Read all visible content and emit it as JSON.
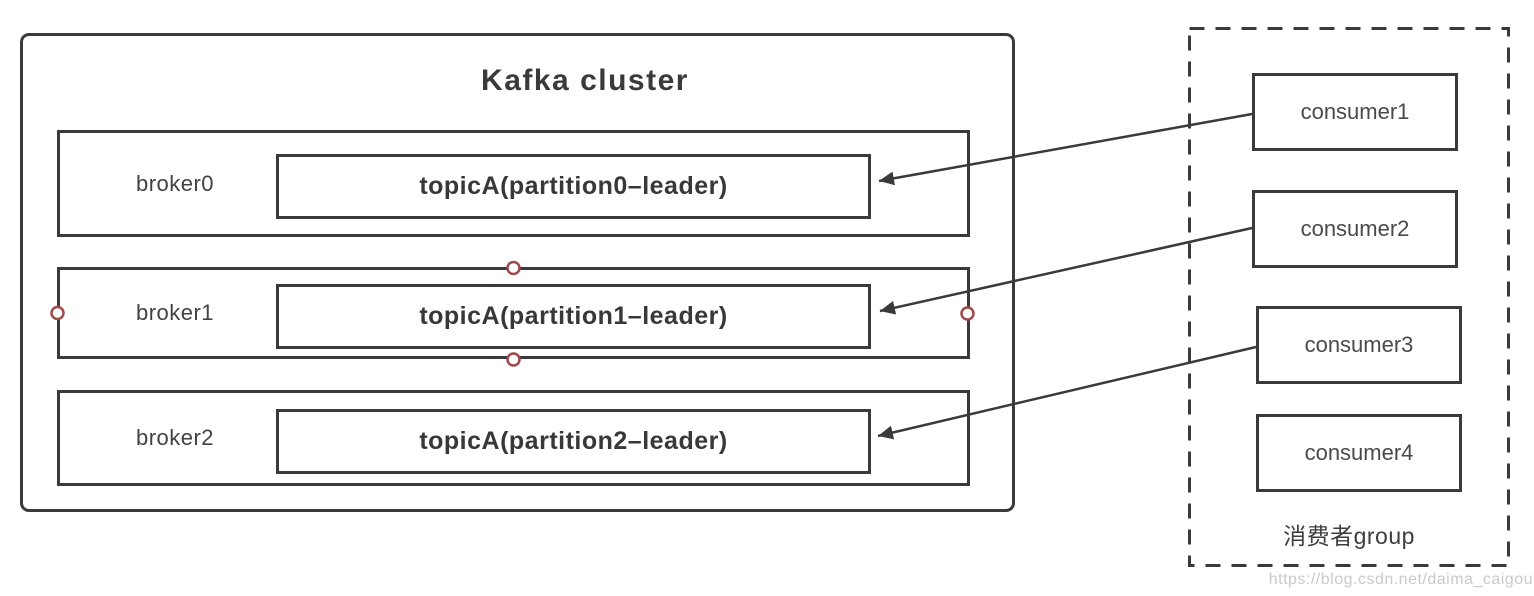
{
  "diagram": {
    "kafka_cluster": {
      "title": "Kafka cluster",
      "brokers": [
        {
          "label": "broker0",
          "topic": "topicA(partition0–leader)"
        },
        {
          "label": "broker1",
          "topic": "topicA(partition1–leader)"
        },
        {
          "label": "broker2",
          "topic": "topicA(partition2–leader)"
        }
      ]
    },
    "consumer_group": {
      "label": "消费者group",
      "consumers": [
        {
          "label": "consumer1"
        },
        {
          "label": "consumer2"
        },
        {
          "label": "consumer3"
        },
        {
          "label": "consumer4"
        }
      ]
    },
    "connections": [
      {
        "from": "consumer1",
        "to": "topicA(partition0–leader)"
      },
      {
        "from": "consumer2",
        "to": "topicA(partition1–leader)"
      },
      {
        "from": "consumer3",
        "to": "topicA(partition2–leader)"
      }
    ],
    "watermark": "https://blog.csdn.net/daima_caigou",
    "colors": {
      "line": "#3a3a3a",
      "handle_stroke": "#9d4a4a",
      "watermark": "#c7cacd"
    }
  }
}
